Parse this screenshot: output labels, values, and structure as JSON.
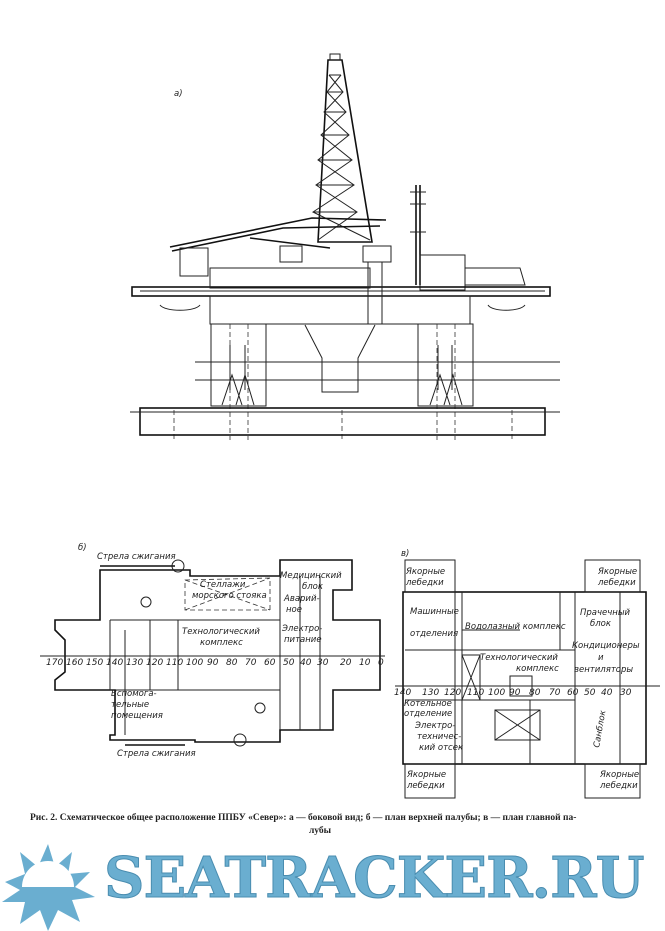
{
  "figure_a": {
    "label": "а)"
  },
  "figure_b": {
    "label": "б)",
    "labels": {
      "flare_boom_top": "Стрела сжигания",
      "riser_racks_1": "Стеллажи",
      "riser_racks_2": "морского стояка",
      "medical_1": "Медицинский",
      "medical_2": "блок",
      "emergency_1": "Аварий-",
      "emergency_2": "ное",
      "tech_1": "Технологический",
      "tech_2": "комплекс",
      "power_1": "Электро-",
      "power_2": "питание",
      "aux_1": "Вспомога-",
      "aux_2": "тельные",
      "aux_3": "помещения",
      "flare_boom_bottom": "Стрела сжигания"
    },
    "scale": [
      "170",
      "160",
      "150",
      "140",
      "130",
      "120",
      "110",
      "100",
      "90",
      "80",
      "70",
      "60",
      "50",
      "40",
      "30",
      "20",
      "10",
      "0"
    ]
  },
  "figure_c": {
    "label": "в)",
    "labels": {
      "winch_tl_1": "Якорные",
      "winch_tl_2": "лебедки",
      "winch_tr_1": "Якорные",
      "winch_tr_2": "лебедки",
      "winch_bl_1": "Якорные",
      "winch_bl_2": "лебедки",
      "winch_br_1": "Якорные",
      "winch_br_2": "лебедки",
      "engine_1": "Машинные",
      "engine_2": "отделения",
      "diving": "Водолазный комплекс",
      "laundry_1": "Прачечный",
      "laundry_2": "блок",
      "tech_1": "Технологический",
      "tech_2": "комплекс",
      "hvac_1": "Кондиционеры",
      "hvac_2": "и",
      "hvac_3": "вентиляторы",
      "boiler_1": "Котельное",
      "boiler_2": "отделение",
      "electro_1": "Электро-",
      "electro_2": "техничес-",
      "electro_3": "кий отсек",
      "sanitary": "Санблок"
    },
    "scale": [
      "140",
      "130",
      "120",
      "110",
      "100",
      "90",
      "80",
      "70",
      "60",
      "50",
      "40",
      "30"
    ]
  },
  "caption": {
    "line1": "Рис. 2. Схематическое общее расположение ППБУ «Север»:  а — боковой вид;  б — план верхней палубы;  в — план главной па-",
    "line2": "лубы"
  },
  "watermark": {
    "text": "SEATRACKER.RU",
    "color": "#6aaed0"
  }
}
